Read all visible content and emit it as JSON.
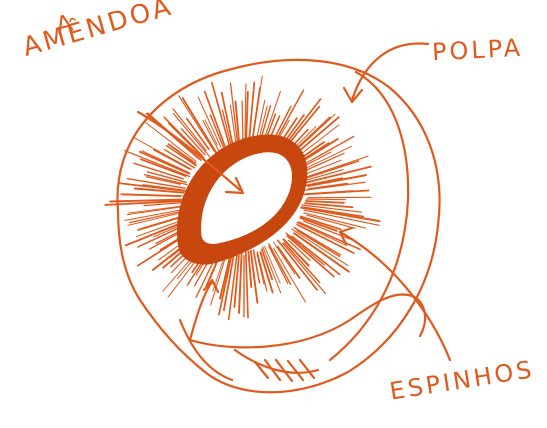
{
  "labels": {
    "amendoa_article": "A",
    "amendoa": "AMÊNDOA",
    "polpa": "POLPA",
    "espinhos": "ESPINHOS"
  },
  "colors": {
    "ink": "#e05a1e",
    "ink_dark": "#c8470f",
    "background": "#ffffff"
  }
}
